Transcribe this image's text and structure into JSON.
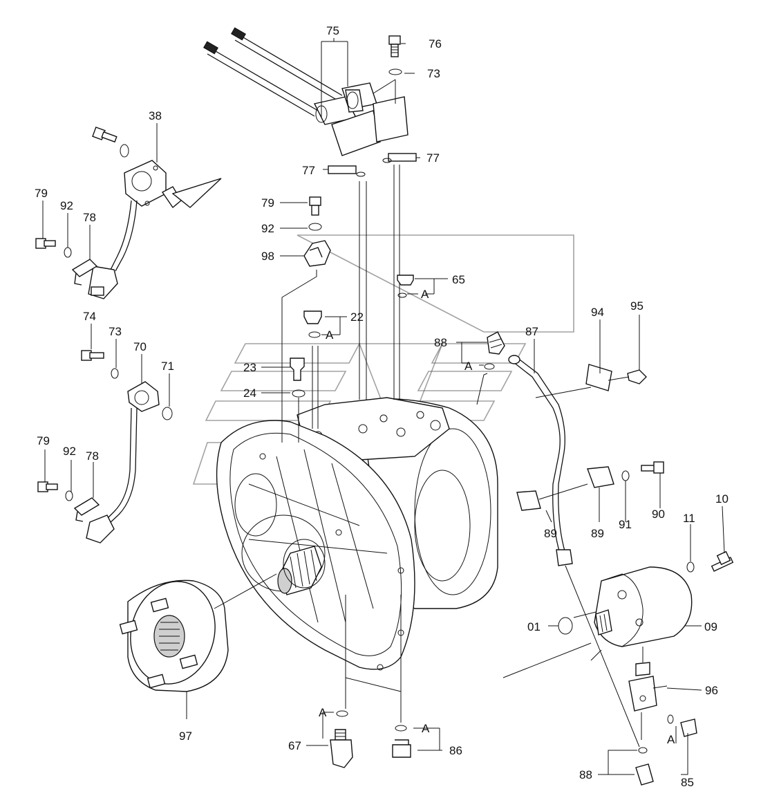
{
  "callouts": {
    "p75": "75",
    "p76": "76",
    "p73a": "73",
    "p77a": "77",
    "p77b": "77",
    "p38": "38",
    "p79a": "79",
    "p92a": "92",
    "p78a": "78",
    "p79b": "79",
    "p92b": "92",
    "p98": "98",
    "p65": "65",
    "p22": "22",
    "p23": "23",
    "p24": "24",
    "p88a": "88",
    "p87": "87",
    "p94": "94",
    "p95": "95",
    "p74": "74",
    "p73b": "73",
    "p70": "70",
    "p71": "71",
    "p79c": "79",
    "p92c": "92",
    "p78b": "78",
    "p89a": "89",
    "p91": "91",
    "p90": "90",
    "p89b": "89",
    "p11": "11",
    "p10": "10",
    "p01": "01",
    "p09": "09",
    "p97": "97",
    "p96": "96",
    "p67": "67",
    "p86": "86",
    "p88b": "88",
    "p85": "85"
  },
  "ref_mark": "A"
}
